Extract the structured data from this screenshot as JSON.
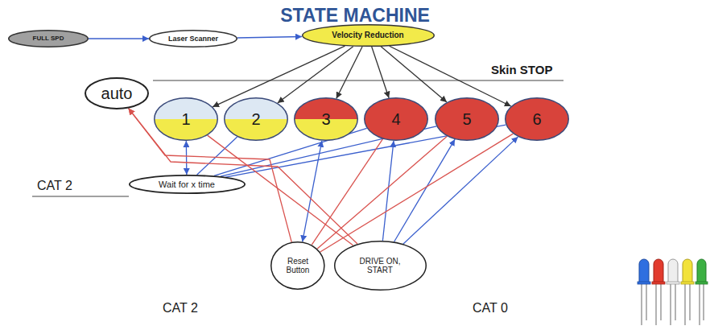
{
  "diagram": {
    "title": "STATE MACHINE",
    "nodes": [
      {
        "text": [
          "FULL SPD"
        ]
      },
      {
        "text": [
          "Laser Scanner"
        ]
      },
      {
        "text": [
          "Velocity Reduction"
        ]
      },
      {
        "text": [
          "auto"
        ]
      },
      {
        "text": [
          "1"
        ]
      },
      {
        "text": [
          "2"
        ]
      },
      {
        "text": [
          "3"
        ]
      },
      {
        "text": [
          "4"
        ]
      },
      {
        "text": [
          "5"
        ]
      },
      {
        "text": [
          "6"
        ]
      },
      {
        "text": [
          "Wait for x time"
        ]
      },
      {
        "text": [
          "Reset Button"
        ]
      },
      {
        "text": [
          "DRIVE ON, START"
        ]
      }
    ],
    "edges": [
      {
        "from": 0,
        "to": 1,
        "arrow": "to"
      },
      {
        "from": 1,
        "to": 2,
        "arrow": "to"
      },
      {
        "from": 2,
        "to": 4,
        "arrow": "to"
      },
      {
        "from": 2,
        "to": 5,
        "arrow": "to"
      },
      {
        "from": 2,
        "to": 6,
        "arrow": "to"
      },
      {
        "from": 2,
        "to": 7,
        "arrow": "to"
      },
      {
        "from": 2,
        "to": 8,
        "arrow": "to"
      },
      {
        "from": 2,
        "to": 9,
        "arrow": "to"
      },
      {
        "from": 10,
        "to": 4,
        "arrow": "both"
      },
      {
        "from": 10,
        "to": 5,
        "arrow": "none"
      },
      {
        "from": 10,
        "to": 7,
        "arrow": "none"
      },
      {
        "from": 10,
        "to": 8,
        "arrow": "none"
      },
      {
        "from": 10,
        "to": 9,
        "arrow": "none"
      },
      {
        "from": 11,
        "to": 6,
        "arrow": "both"
      },
      {
        "from": 12,
        "to": 7,
        "arrow": "to"
      },
      {
        "from": 12,
        "to": 8,
        "arrow": "to"
      },
      {
        "from": 12,
        "to": 9,
        "arrow": "to"
      },
      {
        "from": 11,
        "to": 3,
        "arrow": "to"
      },
      {
        "from": 12,
        "to": 3,
        "arrow": "to"
      },
      {
        "from": 11,
        "to": 7,
        "arrow": "none"
      },
      {
        "from": 11,
        "to": 8,
        "arrow": "none"
      },
      {
        "from": 11,
        "to": 9,
        "arrow": "none"
      },
      {
        "from": 4,
        "to": 12,
        "arrow": "none"
      }
    ],
    "labels": [
      "Skin STOP",
      "CAT 2",
      "CAT 2",
      "CAT 0"
    ]
  }
}
